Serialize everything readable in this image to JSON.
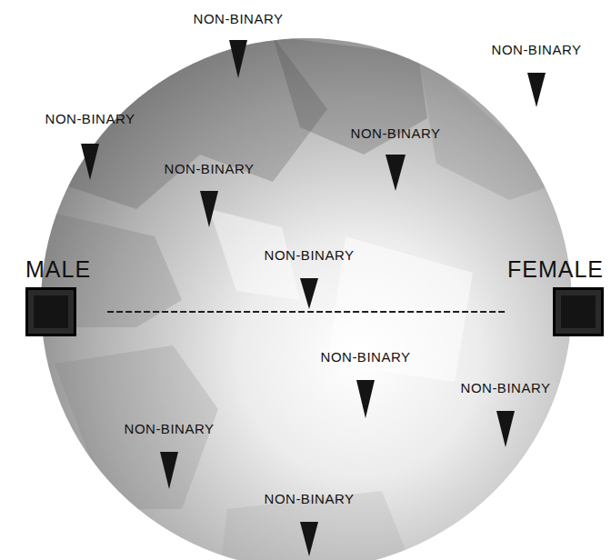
{
  "diagram": {
    "nodes": [
      {
        "text": [
          "MALE"
        ]
      },
      {
        "text": [
          "FEMALE"
        ]
      }
    ],
    "edges": [
      {
        "from": 0,
        "to": 1,
        "arrow": "none"
      }
    ],
    "labels": [
      "NON-BINARY",
      "NON-BINARY",
      "NON-BINARY",
      "NON-BINARY",
      "NON-BINARY",
      "NON-BINARY",
      "NON-BINARY",
      "NON-BINARY",
      "NON-BINARY",
      "NON-BINARY"
    ]
  }
}
